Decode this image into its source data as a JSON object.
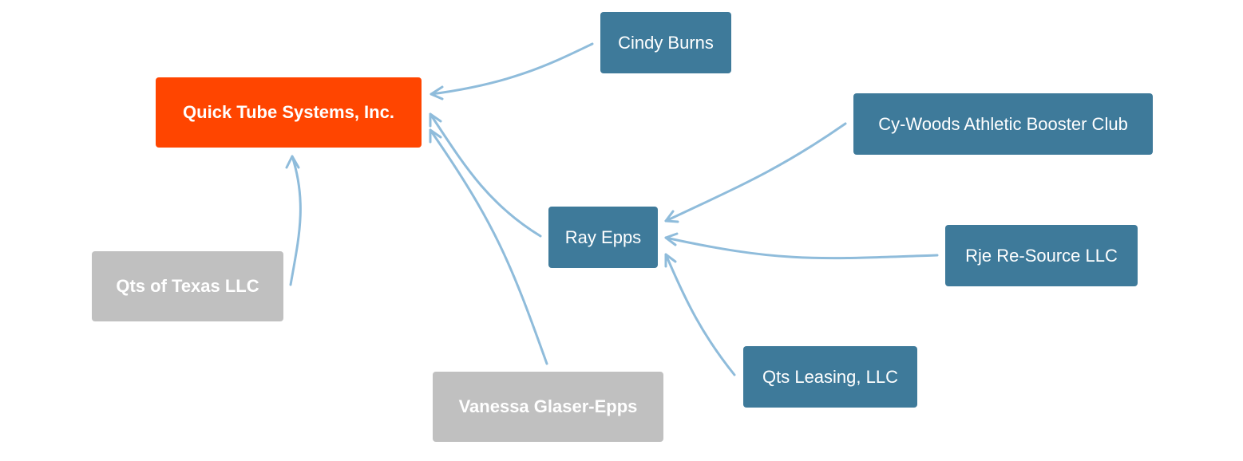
{
  "diagram": {
    "colors": {
      "root": "#ff4500",
      "person_or_entity": "#3e7a9a",
      "inactive": "#c0c0c0",
      "edge": "#8fbcdb"
    },
    "nodes": {
      "quick_tube": {
        "label": "Quick Tube Systems, Inc.",
        "style": "root"
      },
      "cindy_burns": {
        "label": "Cindy Burns",
        "style": "active"
      },
      "cy_woods": {
        "label": "Cy-Woods Athletic Booster Club",
        "style": "active"
      },
      "ray_epps": {
        "label": "Ray Epps",
        "style": "active"
      },
      "rje_resource": {
        "label": "Rje Re-Source LLC",
        "style": "active"
      },
      "qts_texas": {
        "label": "Qts of Texas LLC",
        "style": "inactive"
      },
      "qts_leasing": {
        "label": "Qts Leasing, LLC",
        "style": "active"
      },
      "vanessa": {
        "label": "Vanessa Glaser-Epps",
        "style": "inactive"
      }
    },
    "edges": [
      {
        "from": "cindy_burns",
        "to": "quick_tube"
      },
      {
        "from": "ray_epps",
        "to": "quick_tube"
      },
      {
        "from": "vanessa",
        "to": "quick_tube"
      },
      {
        "from": "qts_texas",
        "to": "quick_tube"
      },
      {
        "from": "cy_woods",
        "to": "ray_epps"
      },
      {
        "from": "rje_resource",
        "to": "ray_epps"
      },
      {
        "from": "qts_leasing",
        "to": "ray_epps"
      }
    ]
  }
}
